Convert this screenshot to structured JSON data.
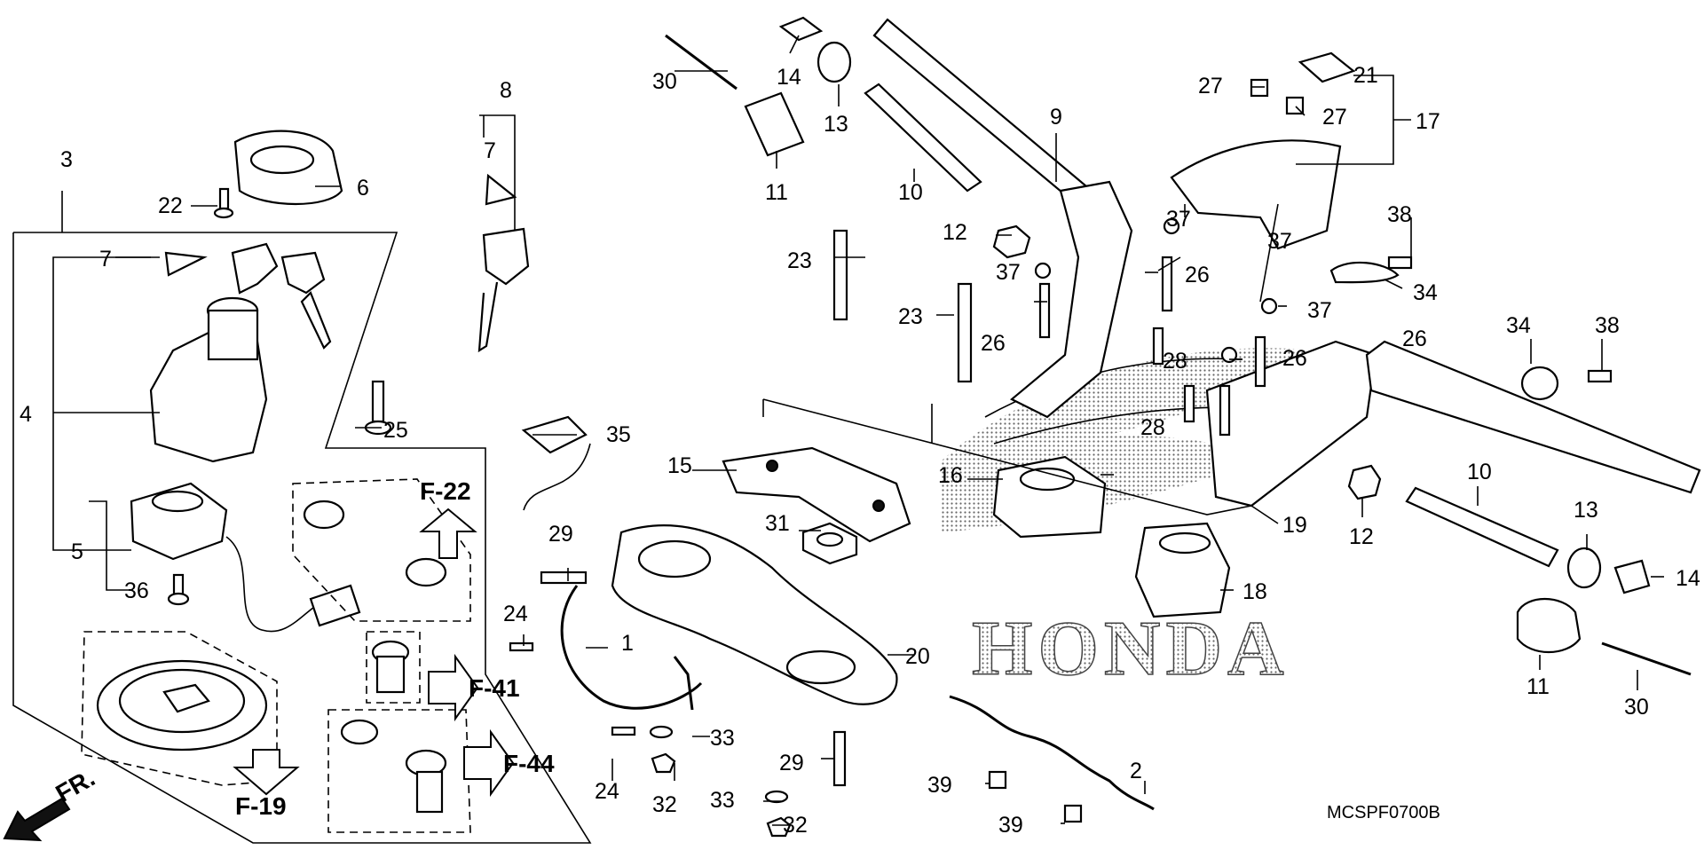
{
  "diagram": {
    "drawing_code": "MCSPF0700B",
    "brand_watermark": "HONDA",
    "direction_label": "FR.",
    "callouts": [
      "1",
      "2",
      "3",
      "4",
      "5",
      "6",
      "7",
      "7",
      "8",
      "9",
      "10",
      "10",
      "11",
      "11",
      "12",
      "12",
      "13",
      "13",
      "14",
      "14",
      "15",
      "16",
      "17",
      "18",
      "19",
      "20",
      "21",
      "22",
      "23",
      "23",
      "24",
      "24",
      "25",
      "26",
      "26",
      "26",
      "26",
      "27",
      "27",
      "28",
      "28",
      "29",
      "29",
      "30",
      "30",
      "31",
      "32",
      "32",
      "33",
      "33",
      "34",
      "34",
      "35",
      "36",
      "37",
      "37",
      "37",
      "37",
      "38",
      "38",
      "39",
      "39"
    ],
    "figure_refs": [
      "F-22",
      "F-41",
      "F-44",
      "F-19"
    ]
  }
}
